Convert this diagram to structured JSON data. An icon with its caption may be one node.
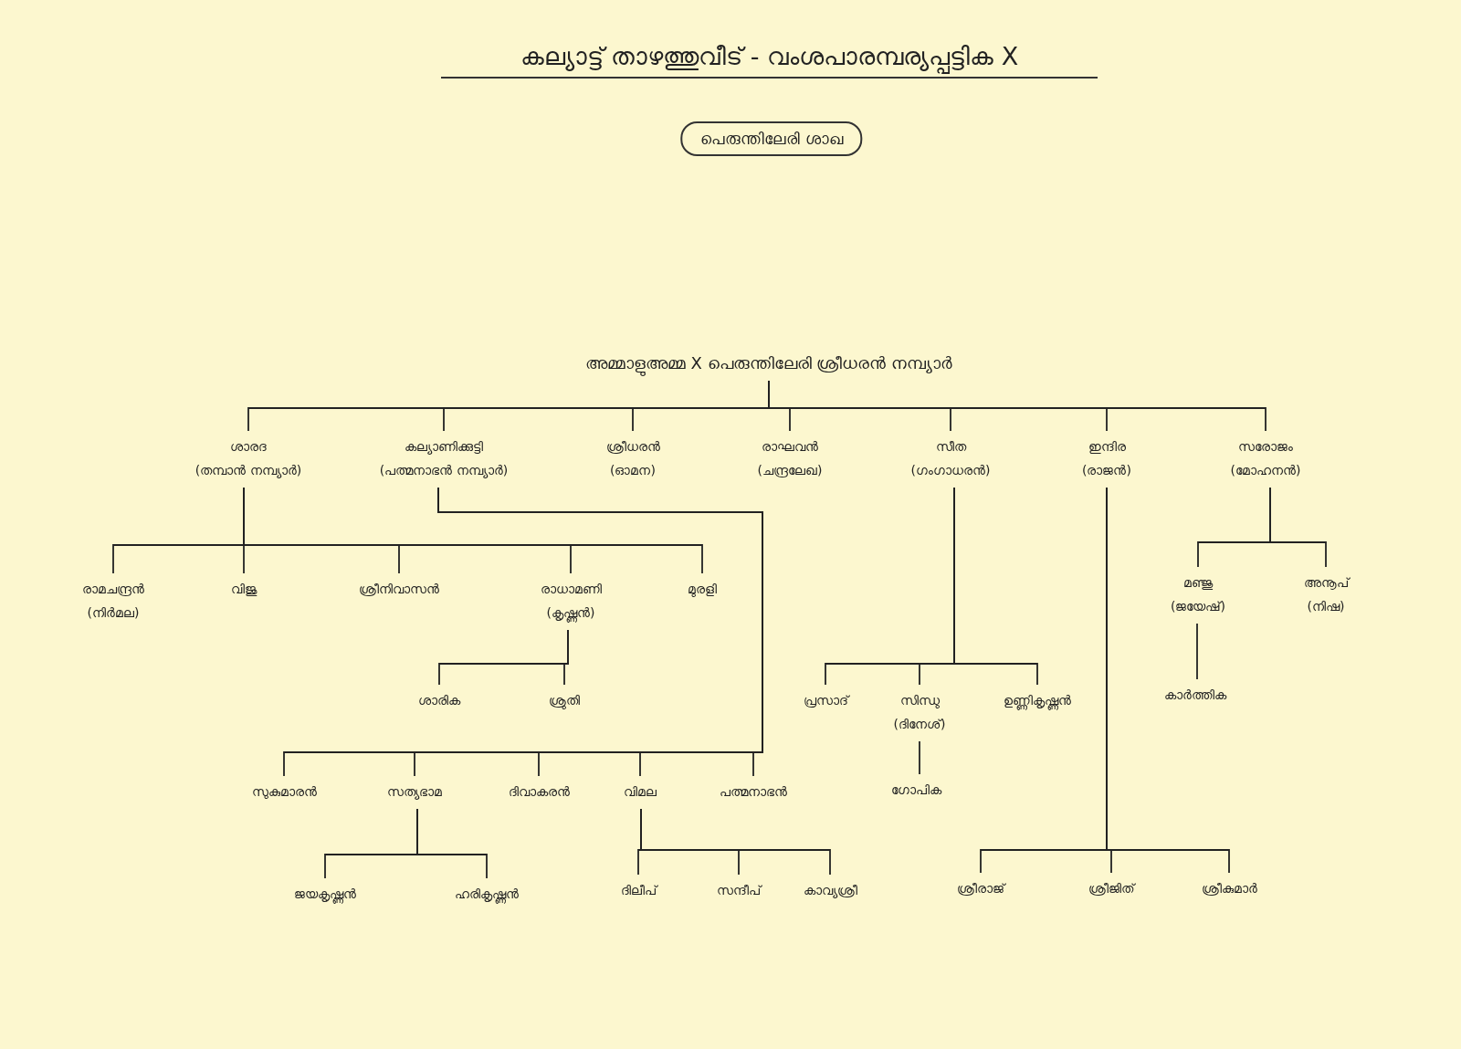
{
  "diagram": {
    "title": "കല്യാട്ട് താഴത്തുവീട് - വംശപാരമ്പര്യപ്പട്ടിക X",
    "nodes": [
      {
        "text": [
          "പെരുന്തിലേരി ശാഖ"
        ]
      },
      {
        "text": [
          "അമ്മാളുഅമ്മ X പെരുന്തിലേരി ശ്രീധരൻ നമ്പ്യാർ"
        ]
      },
      {
        "text": [
          "ശാരദ",
          "(തമ്പാൻ നമ്പ്യാർ)"
        ]
      },
      {
        "text": [
          "കല്യാണിക്കുട്ടി",
          "(പത്മനാഭൻ നമ്പ്യാർ)"
        ]
      },
      {
        "text": [
          "ശ്രീധരൻ",
          "(ഓമന)"
        ]
      },
      {
        "text": [
          "രാഘവൻ",
          "(ചന്ദ്രലേഖ)"
        ]
      },
      {
        "text": [
          "സീത",
          "(ഗംഗാധരൻ)"
        ]
      },
      {
        "text": [
          "ഇന്ദിര",
          "(രാജൻ)"
        ]
      },
      {
        "text": [
          "സരോജം",
          "(മോഹനൻ)"
        ]
      },
      {
        "text": [
          "രാമചന്ദ്രൻ",
          "(നിർമല)"
        ]
      },
      {
        "text": [
          "വിജു"
        ]
      },
      {
        "text": [
          "ശ്രീനിവാസൻ"
        ]
      },
      {
        "text": [
          "രാധാമണി",
          "(കൃഷ്ണൻ)"
        ]
      },
      {
        "text": [
          "മുരളി"
        ]
      },
      {
        "text": [
          "ശാരിക"
        ]
      },
      {
        "text": [
          "ശ്രുതി"
        ]
      },
      {
        "text": [
          "സുകുമാരൻ"
        ]
      },
      {
        "text": [
          "സത്യഭാമ"
        ]
      },
      {
        "text": [
          "ദിവാകരൻ"
        ]
      },
      {
        "text": [
          "വിമല"
        ]
      },
      {
        "text": [
          "പത്മനാഭൻ"
        ]
      },
      {
        "text": [
          "ജയകൃഷ്ണൻ"
        ]
      },
      {
        "text": [
          "ഹരികൃഷ്ണൻ"
        ]
      },
      {
        "text": [
          "ദിലീപ്"
        ]
      },
      {
        "text": [
          "സന്ദീപ്"
        ]
      },
      {
        "text": [
          "കാവ്യശ്രീ"
        ]
      },
      {
        "text": [
          "പ്രസാദ്"
        ]
      },
      {
        "text": [
          "സിന്ധു",
          "(ദിനേശ്)"
        ]
      },
      {
        "text": [
          "ഉണ്ണികൃഷ്ണൻ"
        ]
      },
      {
        "text": [
          "ഗോപിക"
        ]
      },
      {
        "text": [
          "ശ്രീരാജ്"
        ]
      },
      {
        "text": [
          "ശ്രീജിത്"
        ]
      },
      {
        "text": [
          "ശ്രീകുമാർ"
        ]
      },
      {
        "text": [
          "മഞ്ജു",
          "(ജയേഷ്)"
        ]
      },
      {
        "text": [
          "അനൂപ്",
          "(നിഷ)"
        ]
      },
      {
        "text": [
          "കാർത്തിക"
        ]
      }
    ],
    "edges": [
      {
        "from": 1,
        "to": 2,
        "arrow": "none"
      },
      {
        "from": 1,
        "to": 3,
        "arrow": "none"
      },
      {
        "from": 1,
        "to": 4,
        "arrow": "none"
      },
      {
        "from": 1,
        "to": 5,
        "arrow": "none"
      },
      {
        "from": 1,
        "to": 6,
        "arrow": "none"
      },
      {
        "from": 1,
        "to": 7,
        "arrow": "none"
      },
      {
        "from": 1,
        "to": 8,
        "arrow": "none"
      },
      {
        "from": 2,
        "to": 9,
        "arrow": "none"
      },
      {
        "from": 2,
        "to": 10,
        "arrow": "none"
      },
      {
        "from": 2,
        "to": 11,
        "arrow": "none"
      },
      {
        "from": 2,
        "to": 12,
        "arrow": "none"
      },
      {
        "from": 2,
        "to": 13,
        "arrow": "none"
      },
      {
        "from": 12,
        "to": 14,
        "arrow": "none"
      },
      {
        "from": 12,
        "to": 15,
        "arrow": "none"
      },
      {
        "from": 3,
        "to": 16,
        "arrow": "none"
      },
      {
        "from": 3,
        "to": 17,
        "arrow": "none"
      },
      {
        "from": 3,
        "to": 18,
        "arrow": "none"
      },
      {
        "from": 3,
        "to": 19,
        "arrow": "none"
      },
      {
        "from": 3,
        "to": 20,
        "arrow": "none"
      },
      {
        "from": 17,
        "to": 21,
        "arrow": "none"
      },
      {
        "from": 17,
        "to": 22,
        "arrow": "none"
      },
      {
        "from": 19,
        "to": 23,
        "arrow": "none"
      },
      {
        "from": 19,
        "to": 24,
        "arrow": "none"
      },
      {
        "from": 19,
        "to": 25,
        "arrow": "none"
      },
      {
        "from": 6,
        "to": 26,
        "arrow": "none"
      },
      {
        "from": 6,
        "to": 27,
        "arrow": "none"
      },
      {
        "from": 6,
        "to": 28,
        "arrow": "none"
      },
      {
        "from": 27,
        "to": 29,
        "arrow": "none"
      },
      {
        "from": 7,
        "to": 30,
        "arrow": "none"
      },
      {
        "from": 7,
        "to": 31,
        "arrow": "none"
      },
      {
        "from": 7,
        "to": 32,
        "arrow": "none"
      },
      {
        "from": 8,
        "to": 33,
        "arrow": "none"
      },
      {
        "from": 8,
        "to": 34,
        "arrow": "none"
      },
      {
        "from": 33,
        "to": 35,
        "arrow": "none"
      }
    ]
  }
}
